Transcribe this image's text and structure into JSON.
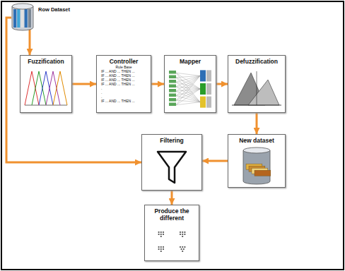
{
  "diagram": {
    "nodes": [
      {
        "text": [
          "Row Dataset"
        ]
      },
      {
        "text": [
          "Fuzzification"
        ]
      },
      {
        "text": [
          "Controller",
          "Rule Base",
          "IF ... AND ... THEN ...",
          "IF ... AND ... THEN ...",
          "IF ... AND ... THEN ...",
          "IF ... AND ... THEN ...",
          ".",
          ".",
          ".",
          "IF ... AND ... THEN ..."
        ]
      },
      {
        "text": [
          "Mapper"
        ]
      },
      {
        "text": [
          "Defuzzification"
        ]
      },
      {
        "text": [
          "New dataset"
        ]
      },
      {
        "text": [
          "Filtering"
        ]
      },
      {
        "text": [
          "Produce the different"
        ]
      }
    ],
    "edges": [
      {
        "from": 0,
        "to": 1,
        "arrow": "to"
      },
      {
        "from": 1,
        "to": 2,
        "arrow": "to"
      },
      {
        "from": 2,
        "to": 3,
        "arrow": "to"
      },
      {
        "from": 3,
        "to": 4,
        "arrow": "to"
      },
      {
        "from": 4,
        "to": 5,
        "arrow": "to"
      },
      {
        "from": 5,
        "to": 6,
        "arrow": "to"
      },
      {
        "from": 0,
        "to": 6,
        "arrow": "to"
      },
      {
        "from": 6,
        "to": 7,
        "arrow": "to"
      }
    ]
  }
}
